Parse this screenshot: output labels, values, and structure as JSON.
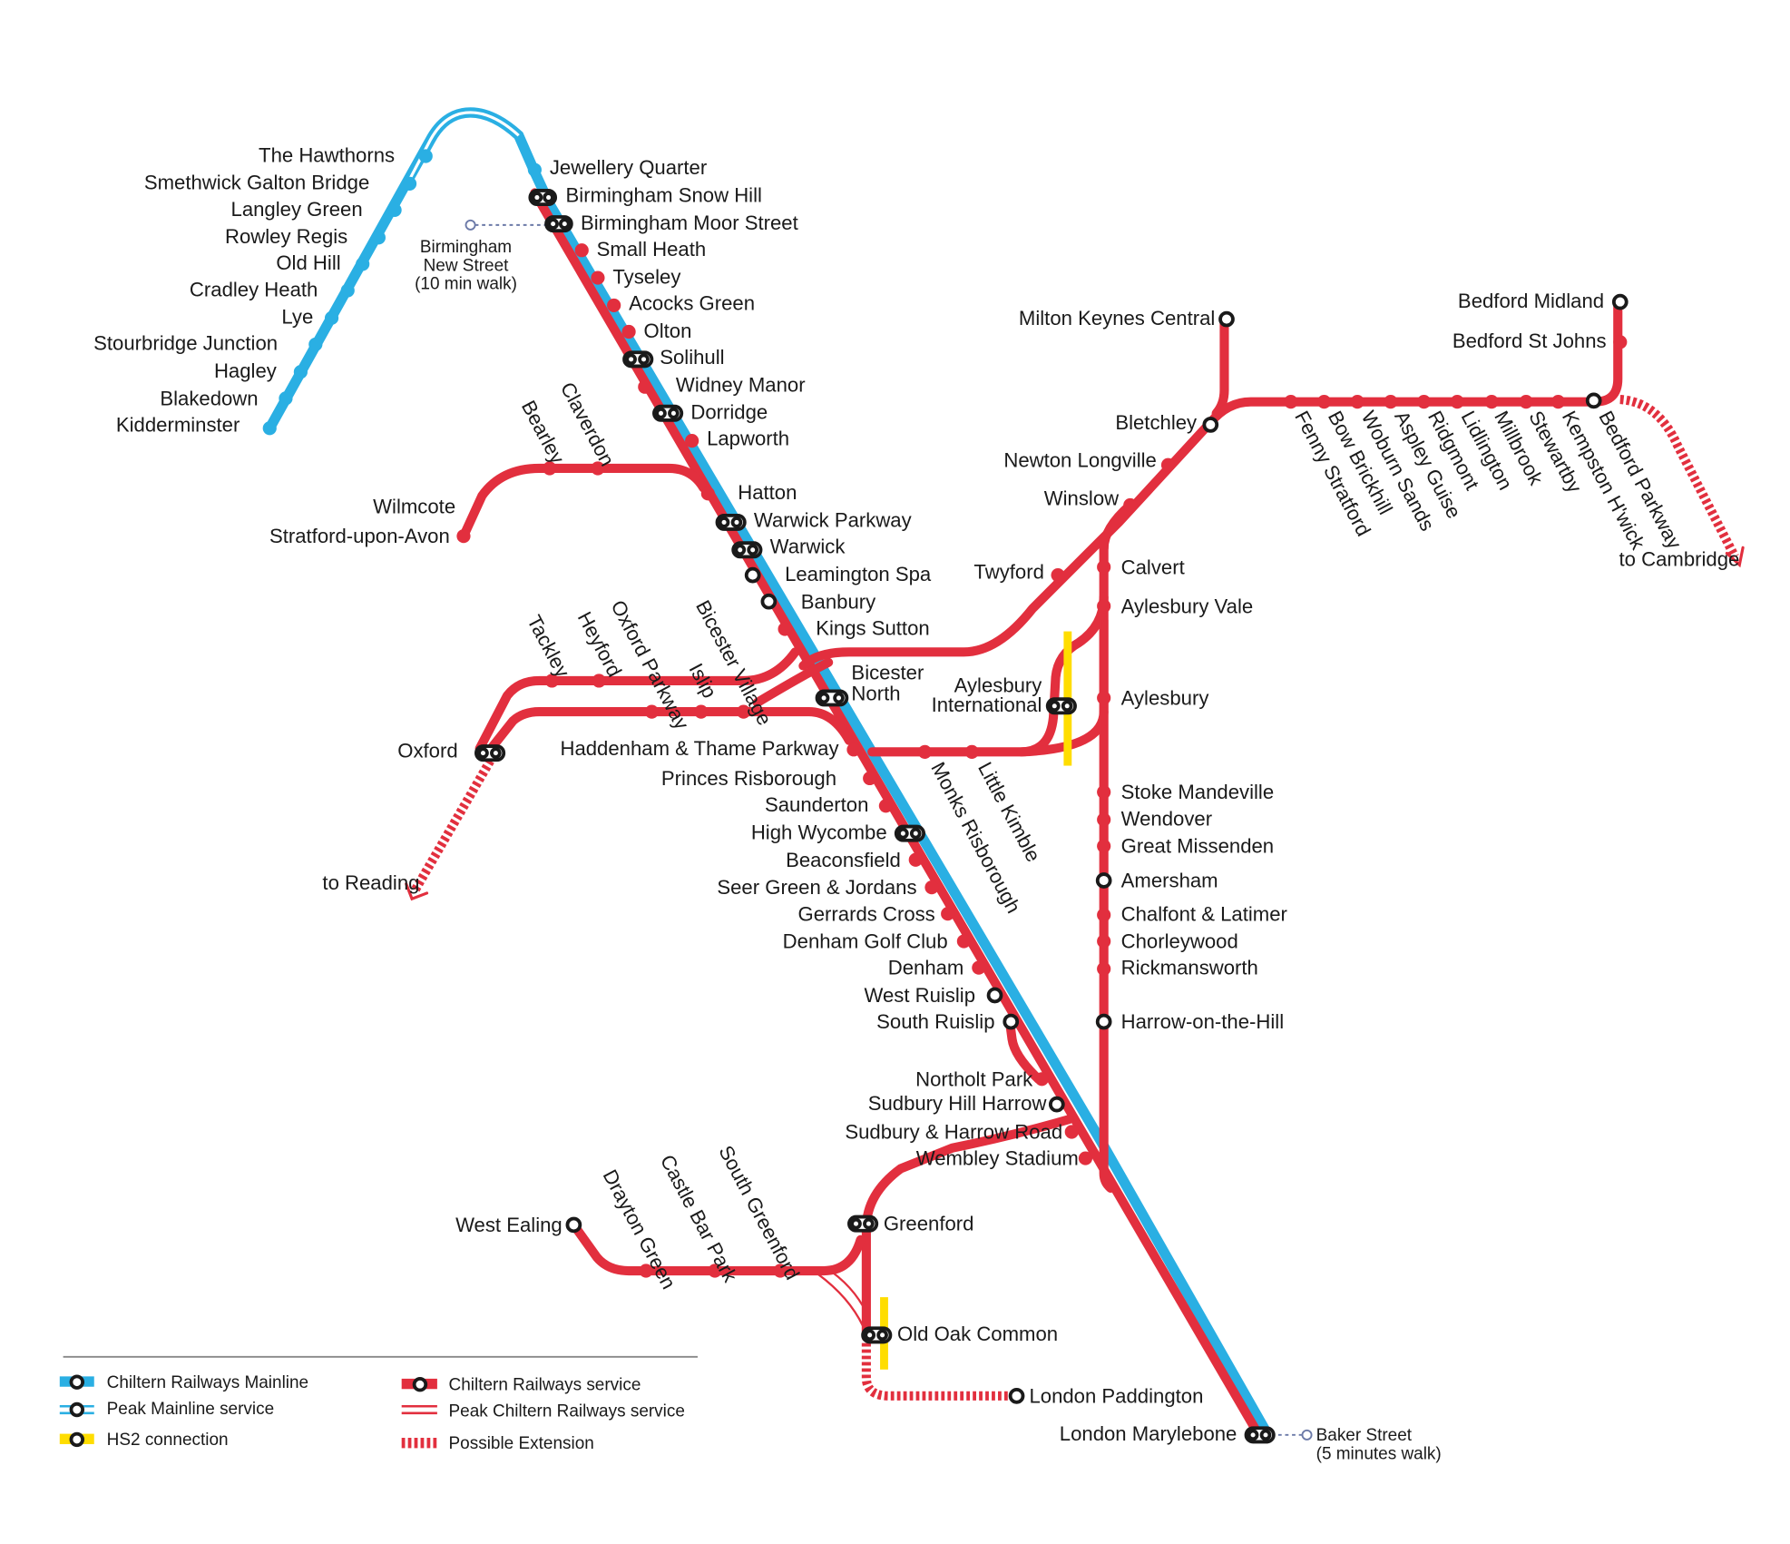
{
  "colors": {
    "red": "#E22F3E",
    "blue": "#2AAFE3",
    "yellow": "#FFDD00",
    "dot": "#1a1a1a",
    "walk": "#6C7AA8"
  },
  "stations": {
    "the_hawthorns": "The Hawthorns",
    "smethwick_galton_bridge": "Smethwick Galton Bridge",
    "langley_green": "Langley Green",
    "rowley_regis": "Rowley Regis",
    "old_hill": "Old Hill",
    "cradley_heath": "Cradley Heath",
    "lye": "Lye",
    "stourbridge_junction": "Stourbridge Junction",
    "hagley": "Hagley",
    "blakedown": "Blakedown",
    "kidderminster": "Kidderminster",
    "jewellery_quarter": "Jewellery Quarter",
    "birmingham_snow_hill": "Birmingham Snow Hill",
    "birmingham_moor_street": "Birmingham Moor Street",
    "small_heath": "Small Heath",
    "tyseley": "Tyseley",
    "acocks_green": "Acocks Green",
    "olton": "Olton",
    "solihull": "Solihull",
    "widney_manor": "Widney Manor",
    "dorridge": "Dorridge",
    "lapworth": "Lapworth",
    "hatton": "Hatton",
    "warwick_parkway": "Warwick Parkway",
    "warwick": "Warwick",
    "leamington_spa": "Leamington Spa",
    "banbury": "Banbury",
    "kings_sutton": "Kings Sutton",
    "bicester_north_1": "Bicester",
    "bicester_north_2": "North",
    "haddenham": "Haddenham & Thame Parkway",
    "princes_risborough": "Princes Risborough",
    "saunderton": "Saunderton",
    "high_wycombe": "High Wycombe",
    "beaconsfield": "Beaconsfield",
    "seer_green": "Seer Green & Jordans",
    "gerrards_cross": "Gerrards Cross",
    "denham_golf_club": "Denham Golf Club",
    "denham": "Denham",
    "west_ruislip": "West Ruislip",
    "south_ruislip": "South Ruislip",
    "northolt_park": "Northolt Park",
    "sudbury_hill_harrow": "Sudbury Hill Harrow",
    "sudbury_harrow_road": "Sudbury & Harrow Road",
    "wembley_stadium": "Wembley Stadium",
    "london_marylebone": "London Marylebone",
    "wilmcote": "Wilmcote",
    "stratford": "Stratford-upon-Avon",
    "bearley": "Bearley",
    "claverdon": "Claverdon",
    "oxford": "Oxford",
    "tackley": "Tackley",
    "heyford": "Heyford",
    "oxford_parkway": "Oxford Parkway",
    "bicester_village": "Bicester Village",
    "islip": "Islip",
    "to_reading": "to Reading",
    "monks_risborough": "Monks Risborough",
    "little_kimble": "Little Kimble",
    "aylesbury_intl_1": "Aylesbury",
    "aylesbury_intl_2": "International",
    "milton_keynes": "Milton Keynes Central",
    "bletchley": "Bletchley",
    "newton_longville": "Newton Longville",
    "winslow": "Winslow",
    "twyford": "Twyford",
    "calvert": "Calvert",
    "aylesbury_vale": "Aylesbury Vale",
    "aylesbury": "Aylesbury",
    "stoke_mandeville": "Stoke Mandeville",
    "wendover": "Wendover",
    "great_missenden": "Great Missenden",
    "amersham": "Amersham",
    "chalfont": "Chalfont & Latimer",
    "chorleywood": "Chorleywood",
    "rickmansworth": "Rickmansworth",
    "harrow": "Harrow-on-the-Hill",
    "bedford_midland": "Bedford Midland",
    "bedford_st_johns": "Bedford St Johns",
    "fenny_stratford": "Fenny Stratford",
    "bow_brickhill": "Bow Brickhill",
    "woburn_sands": "Woburn Sands",
    "aspley_guise": "Aspley Guise",
    "ridgmont": "Ridgmont",
    "lidlington": "Lidlington",
    "millbrook": "Millbrook",
    "stewartby": "Stewartby",
    "kempston": "Kempston H'wick",
    "bedford_parkway": "Bedford Parkway",
    "to_cambridge": "to Cambridge",
    "greenford": "Greenford",
    "west_ealing": "West Ealing",
    "drayton_green": "Drayton Green",
    "castle_bar_park": "Castle Bar Park",
    "south_greenford": "South Greenford",
    "old_oak_common": "Old Oak Common",
    "london_paddington": "London Paddington",
    "bham_new_street_1": "Birmingham",
    "bham_new_street_2": "New Street",
    "bham_new_street_3": "(10 min walk)",
    "baker_street_1": "Baker Street",
    "baker_street_2": "(5 minutes walk)"
  },
  "legend": {
    "mainline": "Chiltern Railways Mainline",
    "peak_mainline": "Peak Mainline service",
    "hs2": "HS2 connection",
    "service": "Chiltern Railways service",
    "peak_service": "Peak Chiltern Railways service",
    "extension": "Possible Extension"
  }
}
